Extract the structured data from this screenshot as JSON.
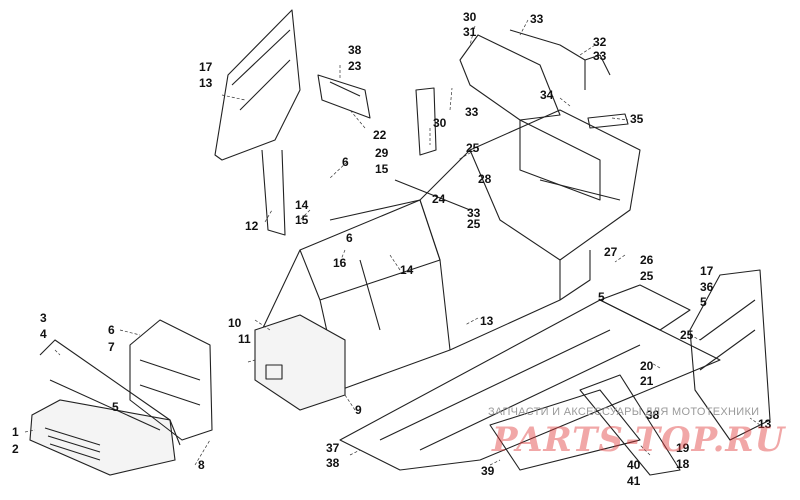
{
  "watermark": {
    "caption": "ЗАПЧАСТИ И АКСЕССУАРЫ ДЛЯ МОТОТЕХНИКИ",
    "brand": "PARTS-TOP.RU",
    "brand_color": "#e13c3c"
  },
  "callouts": {
    "c1": "1",
    "c2": "2",
    "c3": "3",
    "c4": "4",
    "c5a": "5",
    "c5b": "5",
    "c5c": "5",
    "c6a": "6",
    "c6b": "6",
    "c6c": "6",
    "c7": "7",
    "c8": "8",
    "c9": "9",
    "c10": "10",
    "c11": "11",
    "c12": "12",
    "c13a": "13",
    "c13b": "13",
    "c13c": "13",
    "c14a": "14",
    "c14b": "14",
    "c15a": "15",
    "c15b": "15",
    "c16": "16",
    "c17a": "17",
    "c17b": "17",
    "c18": "18",
    "c19": "19",
    "c20": "20",
    "c21": "21",
    "c22": "22",
    "c23": "23",
    "c24": "24",
    "c25a": "25",
    "c25b": "25",
    "c25c": "25",
    "c25d": "25",
    "c26": "26",
    "c27": "27",
    "c28": "28",
    "c29": "29",
    "c30a": "30",
    "c30b": "30",
    "c31": "31",
    "c32": "32",
    "c33a": "33",
    "c33b": "33",
    "c33c": "33",
    "c33d": "33",
    "c34": "34",
    "c35": "35",
    "c36": "36",
    "c37": "37",
    "c38a": "38",
    "c38b": "38",
    "c38c": "38",
    "c39": "39",
    "c40": "40",
    "c41": "41"
  }
}
